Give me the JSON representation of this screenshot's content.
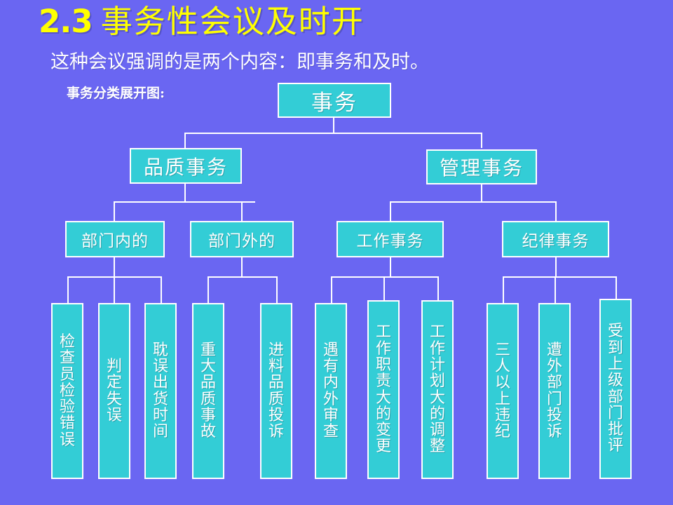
{
  "slide": {
    "title_number": "2.3",
    "title_text": "事务性会议及时开",
    "subtitle": "这种会议强调的是两个内容：即事务和及时。",
    "caption": "事务分类展开图:"
  },
  "colors": {
    "background": "#6a66f2",
    "node_fill": "#33cdd6",
    "node_border": "#ffffff",
    "node_text": "#ffffff",
    "title_accent": "#ffff00",
    "connector": "#ffffff"
  },
  "diagram": {
    "root": {
      "label": "事务"
    },
    "level2": [
      {
        "label": "品质事务"
      },
      {
        "label": "管理事务"
      }
    ],
    "level3": [
      {
        "label": "部门内的"
      },
      {
        "label": "部门外的"
      },
      {
        "label": "工作事务"
      },
      {
        "label": "纪律事务"
      }
    ],
    "leaves": [
      {
        "label": "检查员检验错误"
      },
      {
        "label": "判定失误"
      },
      {
        "label": "耽误出货时间"
      },
      {
        "label": "重大品质事故"
      },
      {
        "label": "进料品质投诉"
      },
      {
        "label": "遇有内外审查"
      },
      {
        "label": "工作职责大的变更"
      },
      {
        "label": "工作计划大的调整"
      },
      {
        "label": "三人以上违纪"
      },
      {
        "label": "遭外部门投诉"
      },
      {
        "label": "受到上级部门批评"
      }
    ]
  }
}
